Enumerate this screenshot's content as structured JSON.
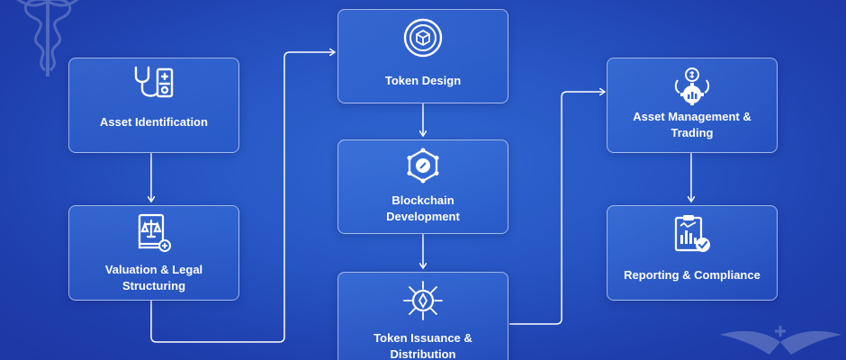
{
  "steps": {
    "asset_identification": "Asset Identification",
    "valuation_legal": "Valuation & Legal\nStructuring",
    "token_design": "Token Design",
    "blockchain_development": "Blockchain\nDevelopment",
    "token_issuance": "Token Issuance &\nDistribution",
    "asset_management": "Asset Management &\nTrading",
    "reporting_compliance": "Reporting & Compliance"
  },
  "colors": {
    "background": "#2756c4",
    "card_border": "#ffffff",
    "connector": "#ffffff",
    "text": "#ffffff"
  },
  "icons": {
    "asset_identification": "stethoscope-device-icon",
    "valuation_legal": "law-book-scales-icon",
    "token_design": "token-cube-icon",
    "blockchain_development": "blockchain-gear-icon",
    "token_issuance": "token-distribution-icon",
    "asset_management": "asset-trading-gear-icon",
    "reporting_compliance": "report-clipboard-icon"
  }
}
